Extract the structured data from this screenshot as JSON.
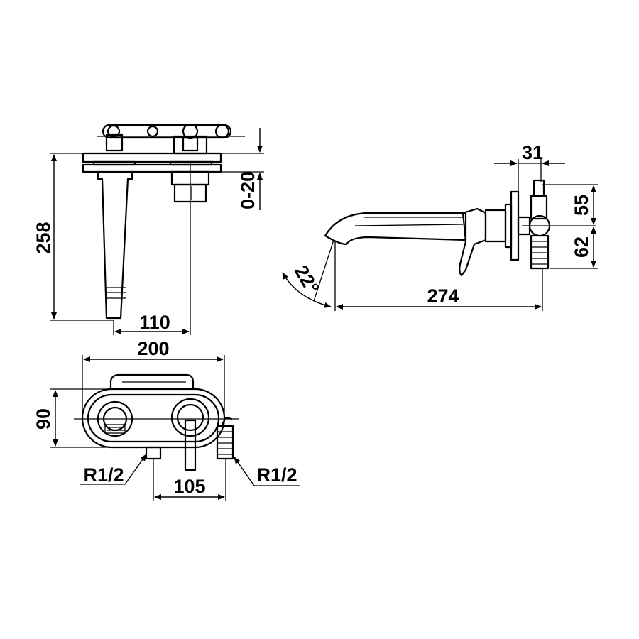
{
  "dimensions": {
    "overall_height": "258",
    "wall_adjust": "0-20",
    "spout_offset": "110",
    "plate_width": "200",
    "plate_height": "90",
    "centers": "105",
    "thread_left": "R1/2",
    "thread_right": "R1/2",
    "spout_angle": "22°",
    "projection": "274",
    "depth": "31",
    "upper_inlet": "55",
    "lower_inlet": "62"
  }
}
